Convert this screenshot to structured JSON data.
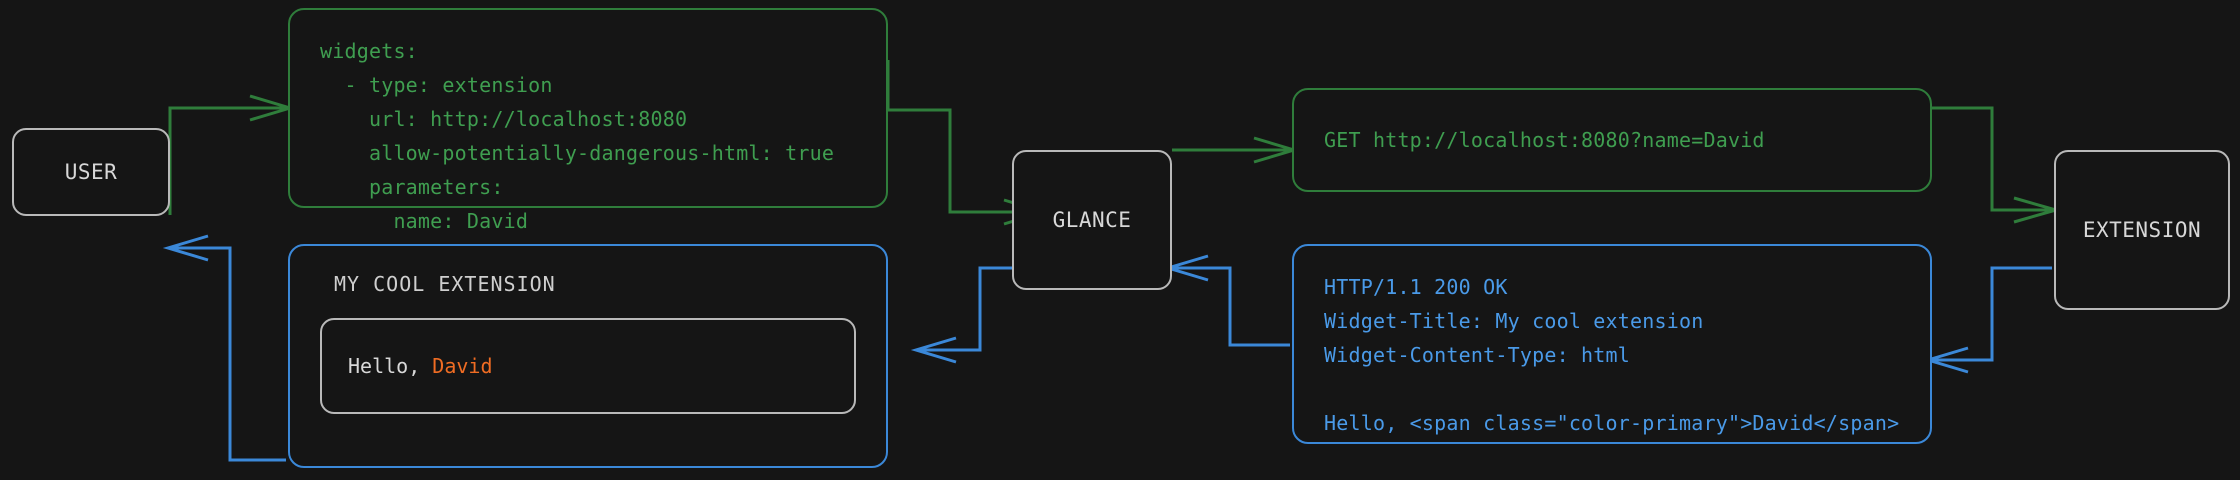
{
  "theme": {
    "background": "#151515",
    "request_color": "#3f9e50",
    "response_color": "#4a9ae8",
    "node_border": "#b9b9b9",
    "accent": "#ef6c23"
  },
  "nodes": {
    "user": {
      "label": "USER"
    },
    "glance": {
      "label": "GLANCE"
    },
    "extension": {
      "label": "EXTENSION"
    }
  },
  "config_block": {
    "lines": [
      "widgets:",
      "  - type: extension",
      "    url: http://localhost:8080",
      "    allow-potentially-dangerous-html: true",
      "    parameters:",
      "      name: David"
    ],
    "text": "widgets:\n  - type: extension\n    url: http://localhost:8080\n    allow-potentially-dangerous-html: true\n    parameters:\n      name: David"
  },
  "request_block": {
    "lines": [
      "GET http://localhost:8080?name=David"
    ],
    "text": "GET http://localhost:8080?name=David"
  },
  "response_block": {
    "lines": [
      "HTTP/1.1 200 OK",
      "Widget-Title: My cool extension",
      "Widget-Content-Type: html",
      "",
      "Hello, <span class=\"color-primary\">David</span>"
    ],
    "text": "HTTP/1.1 200 OK\nWidget-Title: My cool extension\nWidget-Content-Type: html\n\nHello, <span class=\"color-primary\">David</span>"
  },
  "widget_preview": {
    "title": "MY COOL EXTENSION",
    "greeting_prefix": "Hello, ",
    "greeting_name": "David"
  },
  "edges": [
    {
      "name": "user-to-config",
      "direction": "right",
      "color": "#3f9e50"
    },
    {
      "name": "config-to-glance",
      "direction": "right",
      "color": "#3f9e50"
    },
    {
      "name": "glance-to-request",
      "direction": "right",
      "color": "#3f9e50"
    },
    {
      "name": "request-to-extension",
      "direction": "right",
      "color": "#3f9e50"
    },
    {
      "name": "extension-to-response",
      "direction": "left",
      "color": "#4a9ae8"
    },
    {
      "name": "response-to-glance",
      "direction": "left",
      "color": "#4a9ae8"
    },
    {
      "name": "glance-to-widget",
      "direction": "left",
      "color": "#4a9ae8"
    },
    {
      "name": "widget-to-user",
      "direction": "left",
      "color": "#4a9ae8"
    }
  ]
}
